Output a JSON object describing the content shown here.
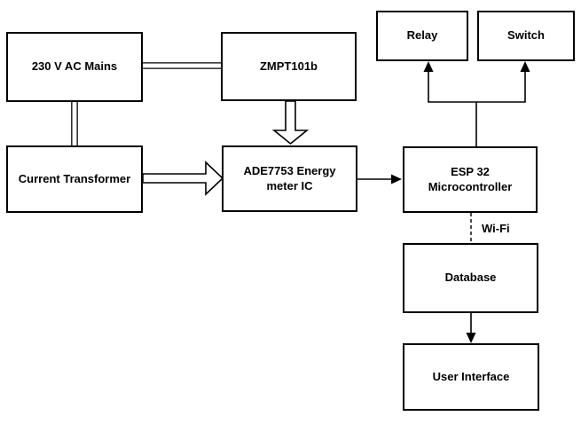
{
  "diagram": {
    "background_color": "#ffffff",
    "stroke_color": "#000000",
    "text_color": "#000000",
    "nodes": {
      "ac_mains": {
        "label": "230 V AC Mains"
      },
      "zmpt101b": {
        "label": "ZMPT101b"
      },
      "relay": {
        "label": "Relay"
      },
      "switch": {
        "label": "Switch"
      },
      "current_transformer": {
        "label": "Current Transformer"
      },
      "ade7753": {
        "label": "ADE7753 Energy\nmeter IC"
      },
      "esp32": {
        "label": "ESP 32\nMicrocontroller"
      },
      "database": {
        "label": "Database"
      },
      "user_interface": {
        "label": "User Interface"
      }
    },
    "edge_labels": {
      "wifi": "Wi-Fi"
    }
  }
}
